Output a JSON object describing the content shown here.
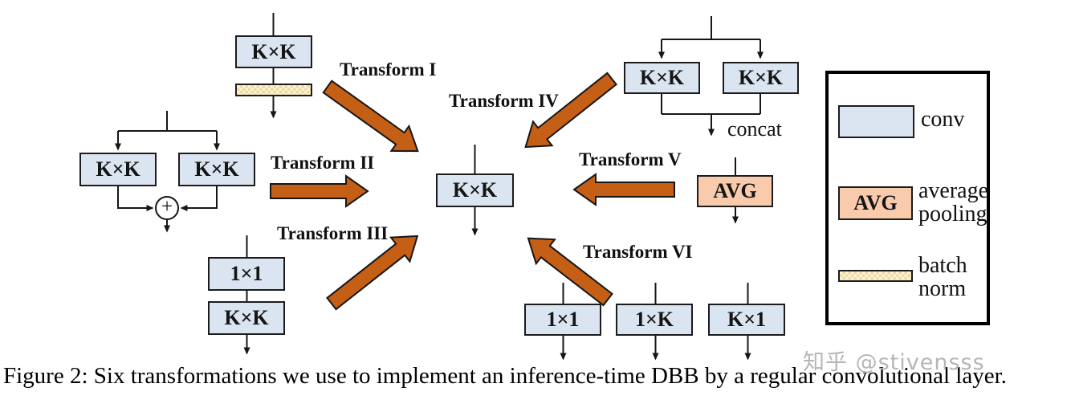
{
  "caption": "Figure 2: Six transformations we use to implement an inference-time DBB by a regular convolutional layer.",
  "watermark": "知乎 @stivensss",
  "center": {
    "label": "K×K"
  },
  "transforms": {
    "t1": "Transform I",
    "t2": "Transform II",
    "t3": "Transform III",
    "t4": "Transform IV",
    "t5": "Transform V",
    "t6": "Transform VI"
  },
  "branches": {
    "conv_bn": {
      "conv": "K×K"
    },
    "dual_add": {
      "left": "K×K",
      "right": "K×K",
      "op": "+"
    },
    "seq_1x1_kxk": {
      "top": "1×1",
      "bottom": "K×K"
    },
    "dual_concat": {
      "left": "K×K",
      "right": "K×K",
      "join": "concat"
    },
    "avg": {
      "label": "AVG"
    },
    "triple": {
      "left": "1×1",
      "middle": "1×K",
      "right": "K×1"
    }
  },
  "legend": {
    "conv": {
      "label": "conv"
    },
    "avg": {
      "swatch": "AVG",
      "line1": "average",
      "line2": "pooling"
    },
    "bn": {
      "line1": "batch",
      "line2": "norm"
    }
  },
  "colors": {
    "conv_fill": "#dbe5f1",
    "avg_fill": "#f8cbad",
    "bn_fill": "#fdf3d6",
    "bn_check": "#eedaa2",
    "arrow_fill": "#c55f15"
  }
}
